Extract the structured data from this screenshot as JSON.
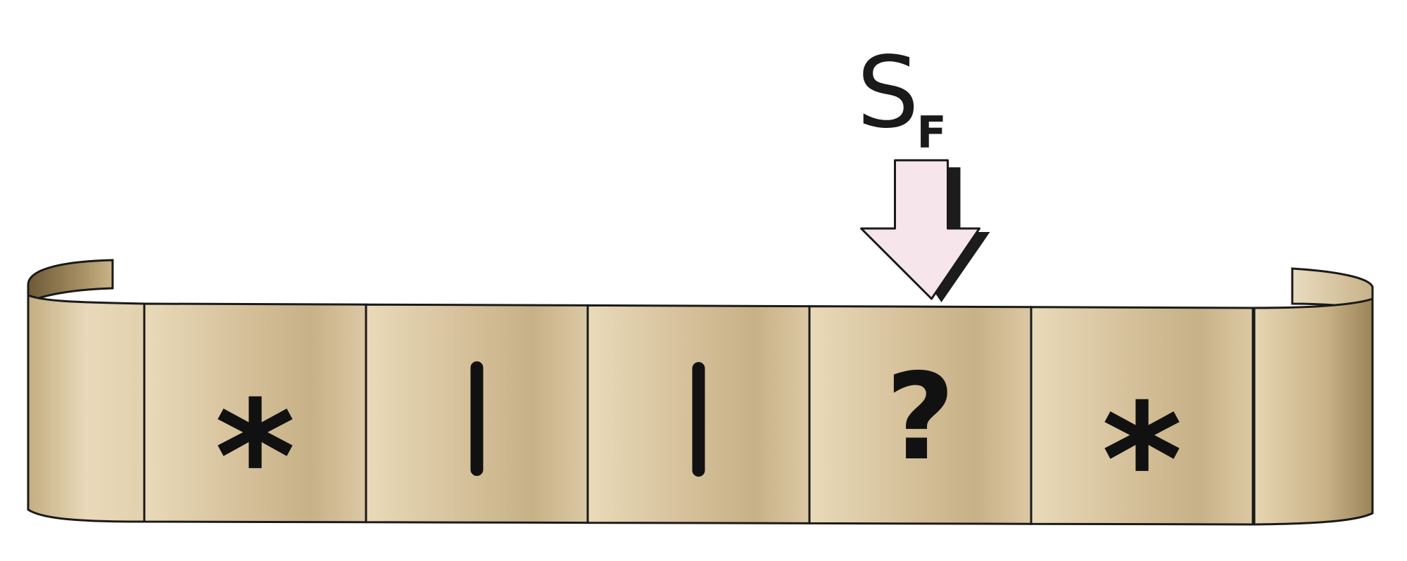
{
  "head": {
    "label_main": "S",
    "label_subscript": "F",
    "arrow_fill": "#f6e6ec",
    "arrow_shadow": "#1c1c1c",
    "position_cell_index": 3
  },
  "tape": {
    "color_light": "#e7d7b5",
    "color_mid": "#d4bf96",
    "color_dark": "#a38c5f",
    "outline": "#1a1a1a",
    "cells": [
      {
        "symbol": "*"
      },
      {
        "symbol": "|"
      },
      {
        "symbol": "|"
      },
      {
        "symbol": "?"
      },
      {
        "symbol": "*"
      }
    ]
  }
}
